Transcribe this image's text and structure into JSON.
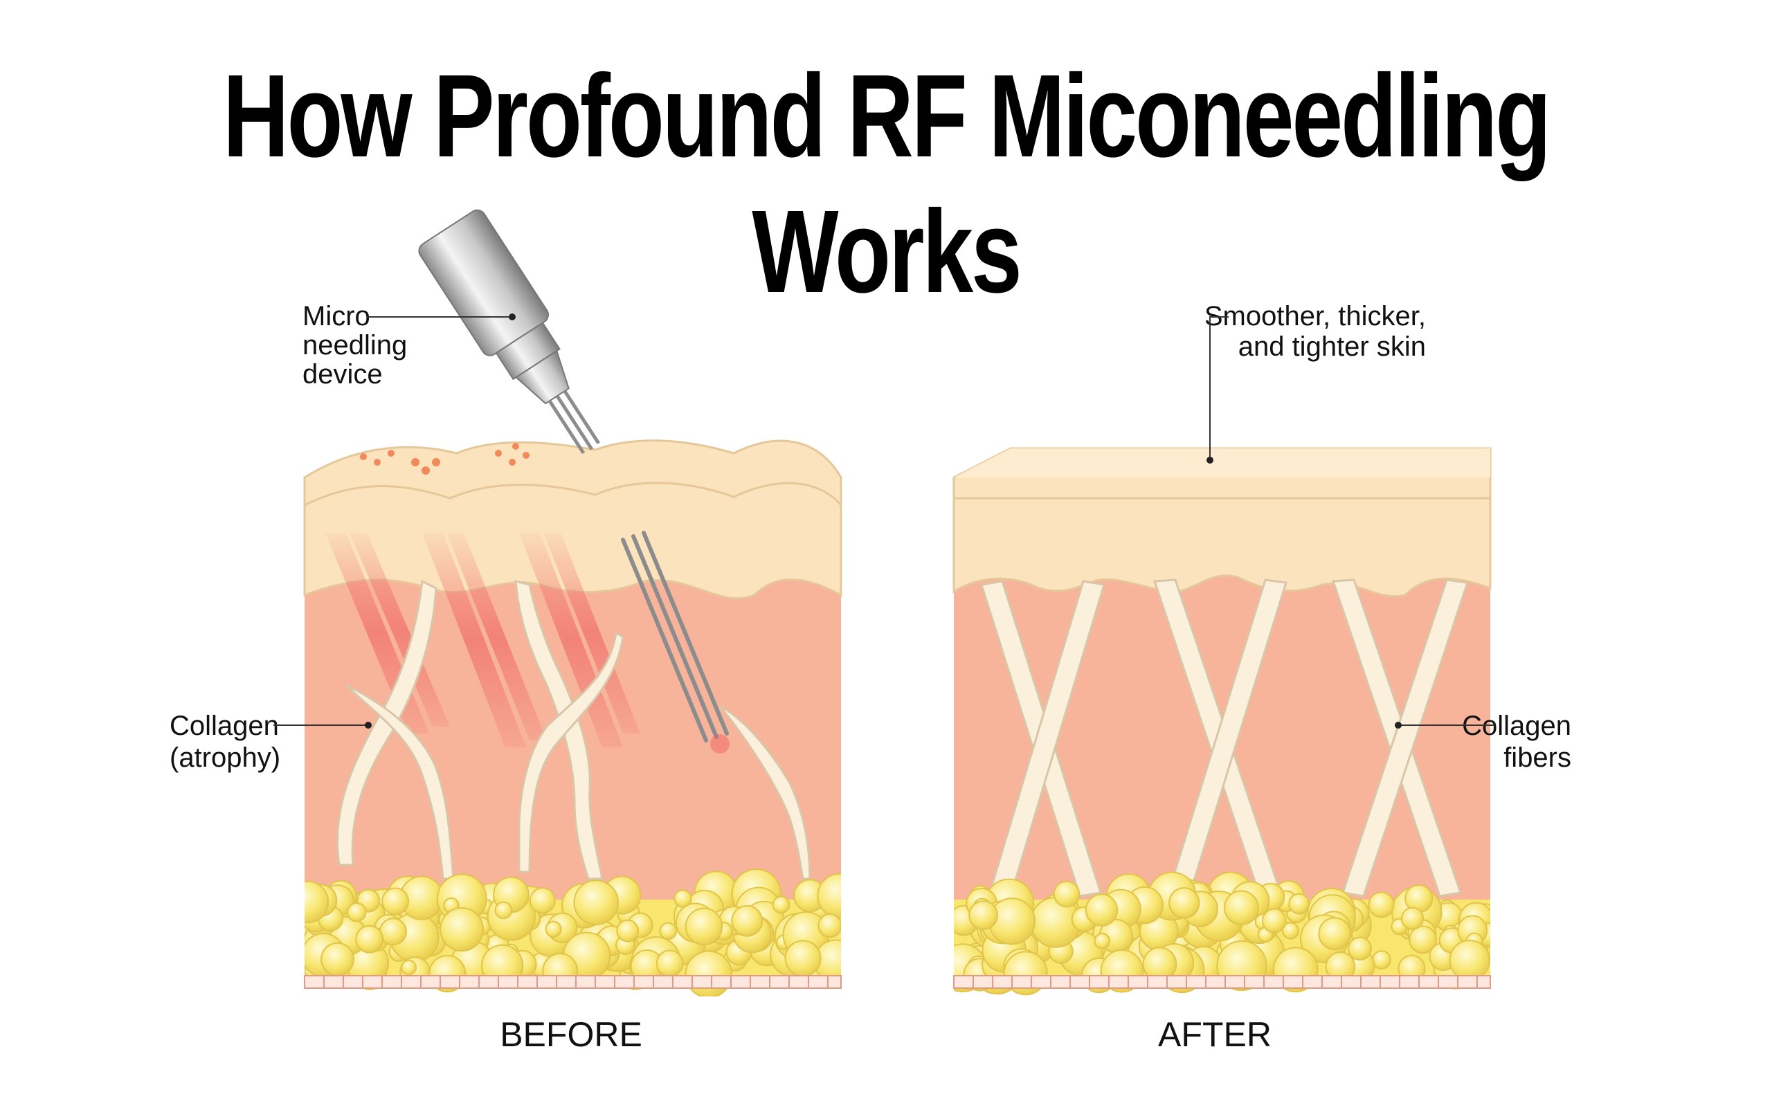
{
  "title": "How Profound RF Miconeedling Works",
  "panels": {
    "before": {
      "caption": "BEFORE",
      "labels": {
        "device": [
          "Micro",
          "needling",
          "device"
        ],
        "collagen": [
          "Collagen",
          "(atrophy)"
        ]
      }
    },
    "after": {
      "caption": "AFTER",
      "labels": {
        "skin": [
          "Smoother, thicker,",
          "and tighter skin"
        ],
        "collagen": [
          "Collagen",
          "fibers"
        ]
      }
    }
  },
  "colors": {
    "epidermis": "#fbe3bd",
    "epidermis_edge": "#e6c79a",
    "dermis": "#f7b49b",
    "fat": "#f8e66f",
    "collagen": "#fbf0dc",
    "rf_beam": "#ee5a5a",
    "needle": "#8c8c8c"
  }
}
